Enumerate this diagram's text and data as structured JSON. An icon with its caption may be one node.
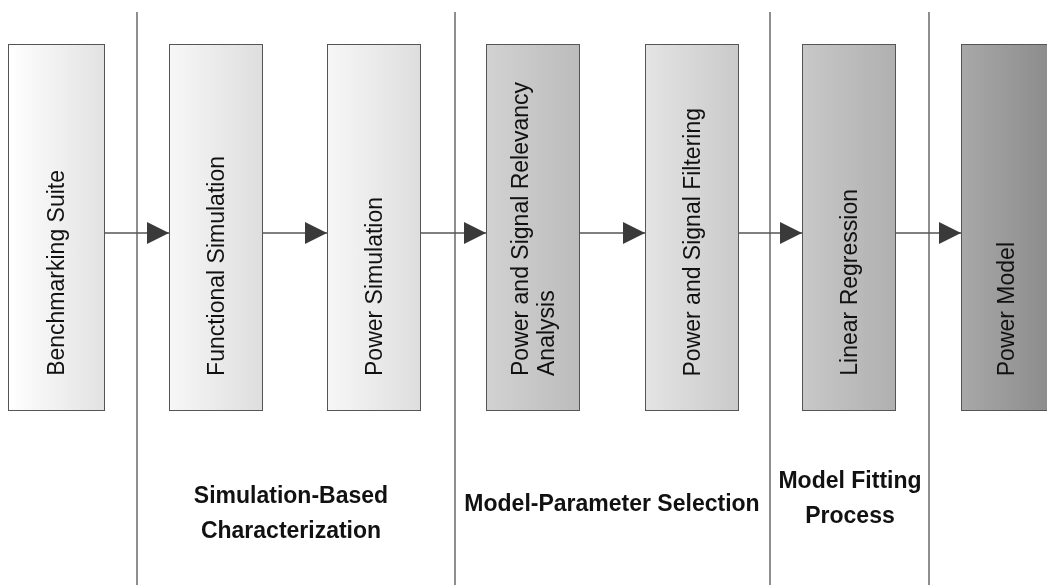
{
  "diagram": {
    "nodes": [
      {
        "text": [
          "Benchmarking Suite"
        ]
      },
      {
        "text": [
          "Functional Simulation"
        ]
      },
      {
        "text": [
          "Power Simulation"
        ]
      },
      {
        "text": [
          "Power and Signal Relevancy Analysis"
        ]
      },
      {
        "text": [
          "Power and Signal Filtering"
        ]
      },
      {
        "text": [
          "Linear Regression"
        ]
      },
      {
        "text": [
          "Power Model"
        ]
      }
    ],
    "edges": [
      {
        "from": 0,
        "to": 1,
        "arrow": "to"
      },
      {
        "from": 1,
        "to": 2,
        "arrow": "to"
      },
      {
        "from": 2,
        "to": 3,
        "arrow": "to"
      },
      {
        "from": 3,
        "to": 4,
        "arrow": "to"
      },
      {
        "from": 4,
        "to": 5,
        "arrow": "to"
      },
      {
        "from": 5,
        "to": 6,
        "arrow": "to"
      }
    ],
    "labels": [
      "Simulation-Based Characterization",
      "Model-Parameter Selection",
      "Model Fitting Process"
    ]
  }
}
